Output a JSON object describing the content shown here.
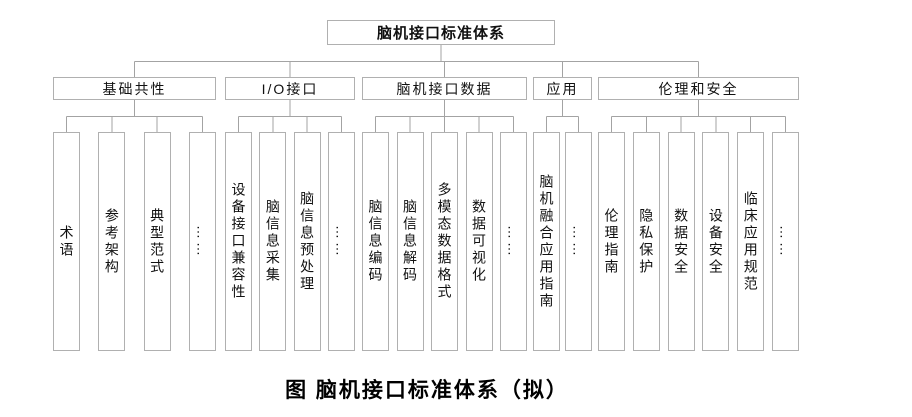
{
  "tree": {
    "root": "脑机接口标准体系",
    "groups": [
      {
        "label": "基础共性",
        "children": [
          "术语",
          "参考架构",
          "典型范式",
          "……"
        ]
      },
      {
        "label": "I/O接口",
        "children": [
          "设备接口兼容性",
          "脑信息采集",
          "脑信息预处理",
          "……"
        ]
      },
      {
        "label": "脑机接口数据",
        "children": [
          "脑信息编码",
          "脑信息解码",
          "多模态数据格式",
          "数据可视化",
          "……"
        ]
      },
      {
        "label": "应用",
        "children": [
          "脑机融合应用指南",
          "……"
        ]
      },
      {
        "label": "伦理和安全",
        "children": [
          "伦理指南",
          "隐私保护",
          "数据安全",
          "设备安全",
          "临床应用规范",
          "……"
        ]
      }
    ]
  },
  "caption": "图 脑机接口标准体系（拟）",
  "style": {
    "line_color": "#a3a3a3",
    "border_color": "#b0b0b0",
    "text_color": "#111111"
  }
}
